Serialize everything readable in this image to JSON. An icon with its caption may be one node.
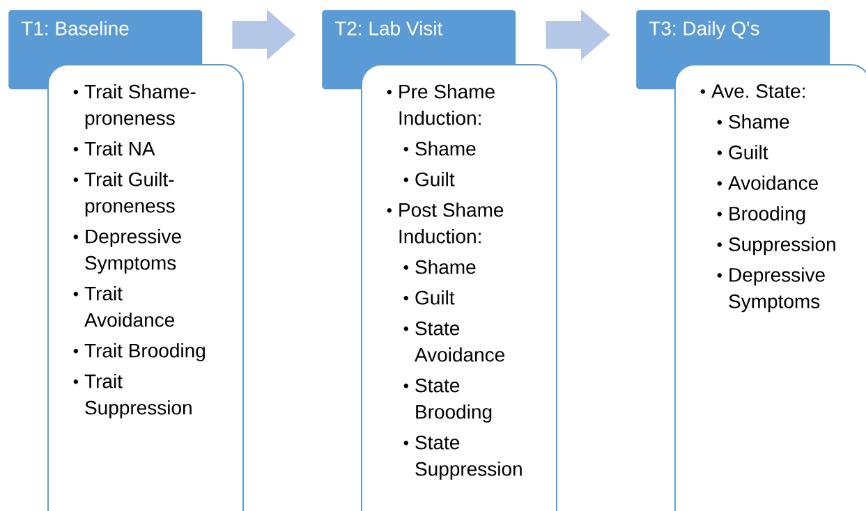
{
  "diagram": {
    "nodes": [
      {
        "text": [
          "T1: Baseline"
        ]
      },
      {
        "text": [
          "Trait Shame-proneness",
          "Trait NA",
          "Trait Guilt-proneness",
          "Depressive Symptoms",
          "Trait Avoidance",
          "Trait Brooding",
          "Trait Suppression"
        ]
      },
      {
        "text": [
          "T2: Lab Visit"
        ]
      },
      {
        "text": [
          "Pre Shame Induction:",
          "Shame",
          "Guilt",
          "Post Shame Induction:",
          "Shame",
          "Guilt",
          "State Avoidance",
          "State Brooding",
          "State Suppression"
        ]
      },
      {
        "text": [
          "T3: Daily Q's"
        ]
      },
      {
        "text": [
          "Ave. State:",
          "Shame",
          "Guilt",
          "Avoidance",
          "Brooding",
          "Suppression",
          "Depressive Symptoms"
        ]
      }
    ],
    "edges": [
      {
        "from": 0,
        "to": 2,
        "arrow": "to"
      },
      {
        "from": 2,
        "to": 4,
        "arrow": "to"
      }
    ]
  }
}
